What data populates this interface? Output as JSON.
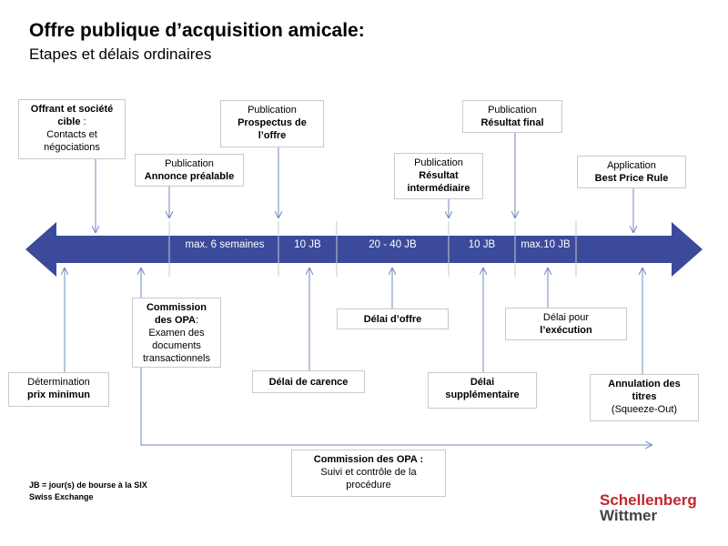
{
  "header": {
    "title": "Offre publique d’acquisition amicale:",
    "subtitle": "Etapes et délais ordinaires"
  },
  "colors": {
    "timeline": "#3b4a9a",
    "connector": "#6f87c4",
    "box_border": "#c9c9c9",
    "logo_red": "#c1272d",
    "logo_grey": "#444444"
  },
  "timeline": {
    "segments": [
      "max. 6 semaines",
      "10 JB",
      "20 - 40 JB",
      "10 JB",
      "max.10 JB"
    ]
  },
  "top_boxes": {
    "offrant": {
      "bold": "Offrant et société cible",
      "suffix": " :",
      "text": [
        "Contacts et",
        "négociations"
      ]
    },
    "annonce": {
      "label": "Publication",
      "bold": "Annonce préalable"
    },
    "prospectus": {
      "label": "Publication",
      "bold": [
        "Prospectus de",
        "l’offre"
      ]
    },
    "resultat_inter": {
      "label": "Publication",
      "bold": [
        "Résultat",
        "intermédiaire"
      ]
    },
    "resultat_final": {
      "label": "Publication",
      "bold": "Résultat final"
    },
    "best_price": {
      "label": "Application",
      "bold": "Best Price Rule"
    }
  },
  "bottom_boxes": {
    "determination": {
      "text": "Détermination",
      "bold": "prix minimun"
    },
    "commission": {
      "bold": [
        "Commission",
        "des OPA"
      ],
      "suffix": ":",
      "text": [
        "Examen des",
        "documents",
        "transactionnels"
      ]
    },
    "carence": {
      "bold": "Délai de carence"
    },
    "offre": {
      "bold": "Délai d’offre"
    },
    "supplementaire": {
      "bold": [
        "Délai",
        "supplémentaire"
      ]
    },
    "execution": {
      "text": "Délai pour",
      "bold": "l’exécution"
    },
    "annulation": {
      "bold": [
        "Annulation des",
        "titres"
      ],
      "text": "(Squeeze-Out)"
    },
    "commission_suivi": {
      "bold": "Commission des OPA :",
      "text": [
        "Suivi et contrôle de la",
        "procédure"
      ]
    }
  },
  "footnote": [
    "JB = jour(s) de bourse à la SIX",
    "Swiss Exchange"
  ],
  "logo": {
    "line1": "Schellenberg",
    "line2": "Wittmer"
  }
}
